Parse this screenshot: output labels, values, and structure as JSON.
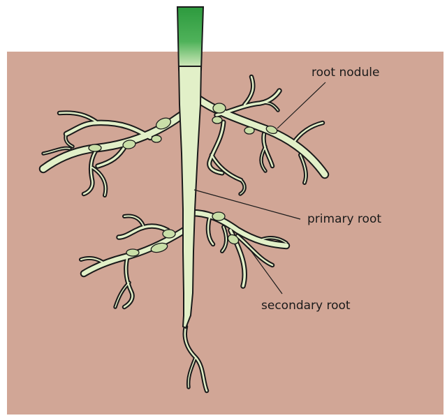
{
  "labels": {
    "root_nodule": "root nodule",
    "primary_root": "primary root",
    "secondary_root": "secondary root"
  },
  "colors": {
    "soil": "#d1a696",
    "root": "#e2f0c8",
    "stem": "#2d9a3e",
    "outline": "#1a1a1a",
    "nodule": "#c9dfa8"
  }
}
